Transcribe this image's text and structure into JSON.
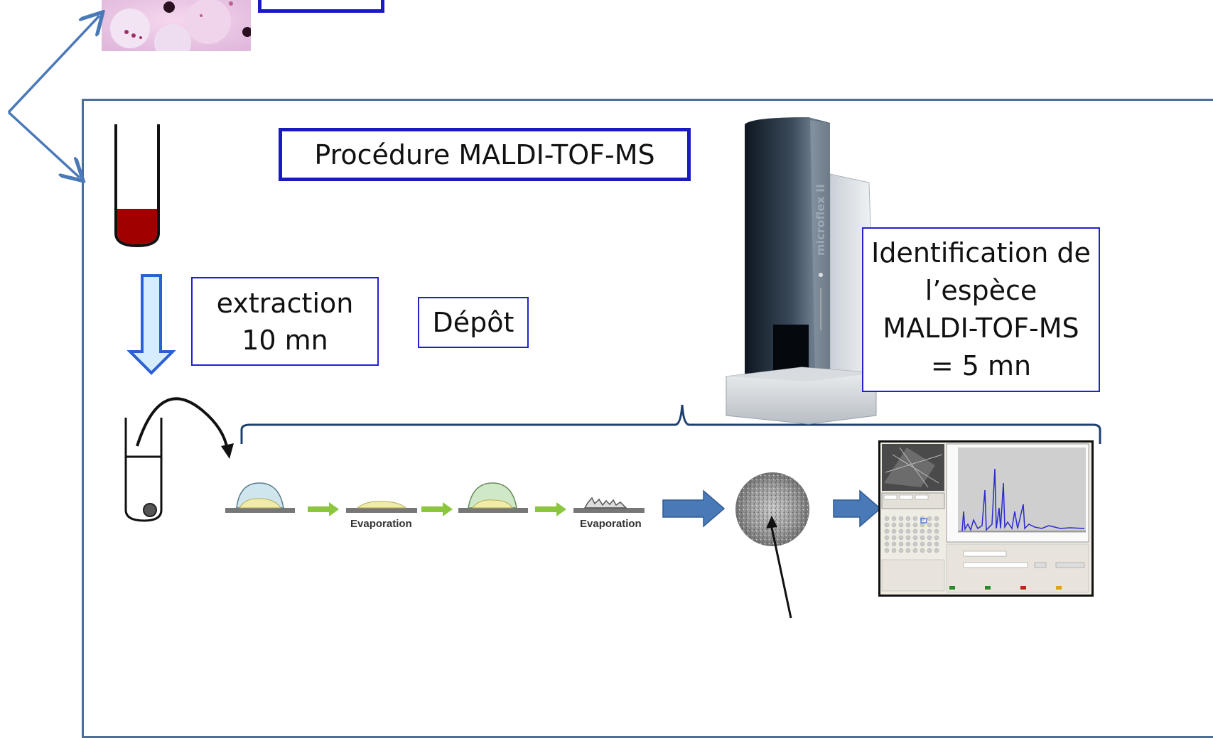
{
  "title": "Procédure MALDI-TOF-MS",
  "extraction": {
    "line1": "extraction",
    "line2": "10 mn"
  },
  "depot": "Dépôt",
  "identification": {
    "line1": "Identification de",
    "line2": "l’espèce",
    "line3": "MALDI-TOF-MS",
    "line4": "= 5 mn"
  },
  "evaporation_labels": [
    "Evaporation",
    "Evaporation"
  ],
  "instrument_brand": "microflex II",
  "colors": {
    "box_border": "#1a1ac2",
    "frame": "#4a6f98",
    "arrow_blue": "#4a79b8",
    "arrow_green": "#8cc63f",
    "blood": "#a00000",
    "light_blue_arrow": "#d6ecff"
  },
  "icons": [
    "microscope-image",
    "tube-blood-icon",
    "tube-pellet-icon",
    "droplet-icon",
    "target-spot-image",
    "spectrum-software-screenshot",
    "mass-spectrometer-image"
  ]
}
